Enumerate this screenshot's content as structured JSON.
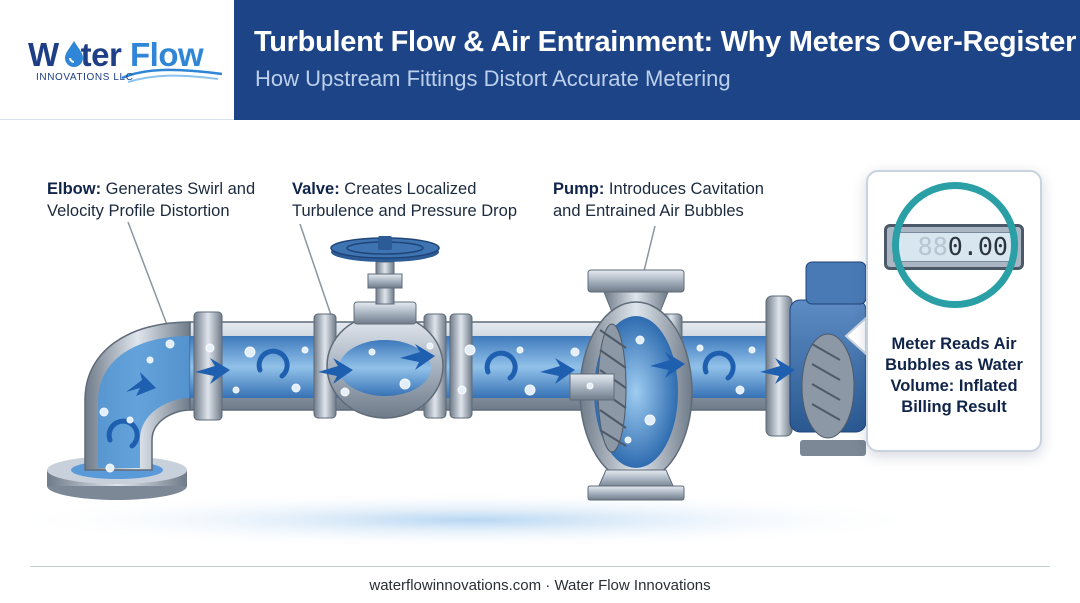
{
  "brand": {
    "name_part1": "W",
    "name_part2": "ter",
    "name_part3": "Flow",
    "tagline": "INNOVATIONS LLC"
  },
  "header": {
    "title": "Turbulent Flow & Air Entrainment: Why Meters Over-Register",
    "subtitle": "How Upstream Fittings Distort Accurate Metering"
  },
  "callouts": {
    "elbow": {
      "term": "Elbow:",
      "line1": " Generates Swirl and",
      "line2": "Velocity Profile Distortion"
    },
    "valve": {
      "term": "Valve:",
      "line1": " Creates Localized",
      "line2": "Turbulence and Pressure Drop"
    },
    "pump": {
      "term": "Pump:",
      "line1": " Introduces Cavitation",
      "line2": "and Entrained Air Bubbles"
    }
  },
  "meter": {
    "display_ghost": "88",
    "display_value": "0.00",
    "caption": "Meter Reads Air Bubbles as Water Volume: Inflated Billing Result"
  },
  "footer": {
    "text": "waterflowinnovations.com · Water Flow Innovations"
  },
  "colors": {
    "header_bg": "#1d4486",
    "accent_teal": "#2aa0a6",
    "water_blue": "#4f97d8",
    "steel": "#9aa6b4"
  }
}
